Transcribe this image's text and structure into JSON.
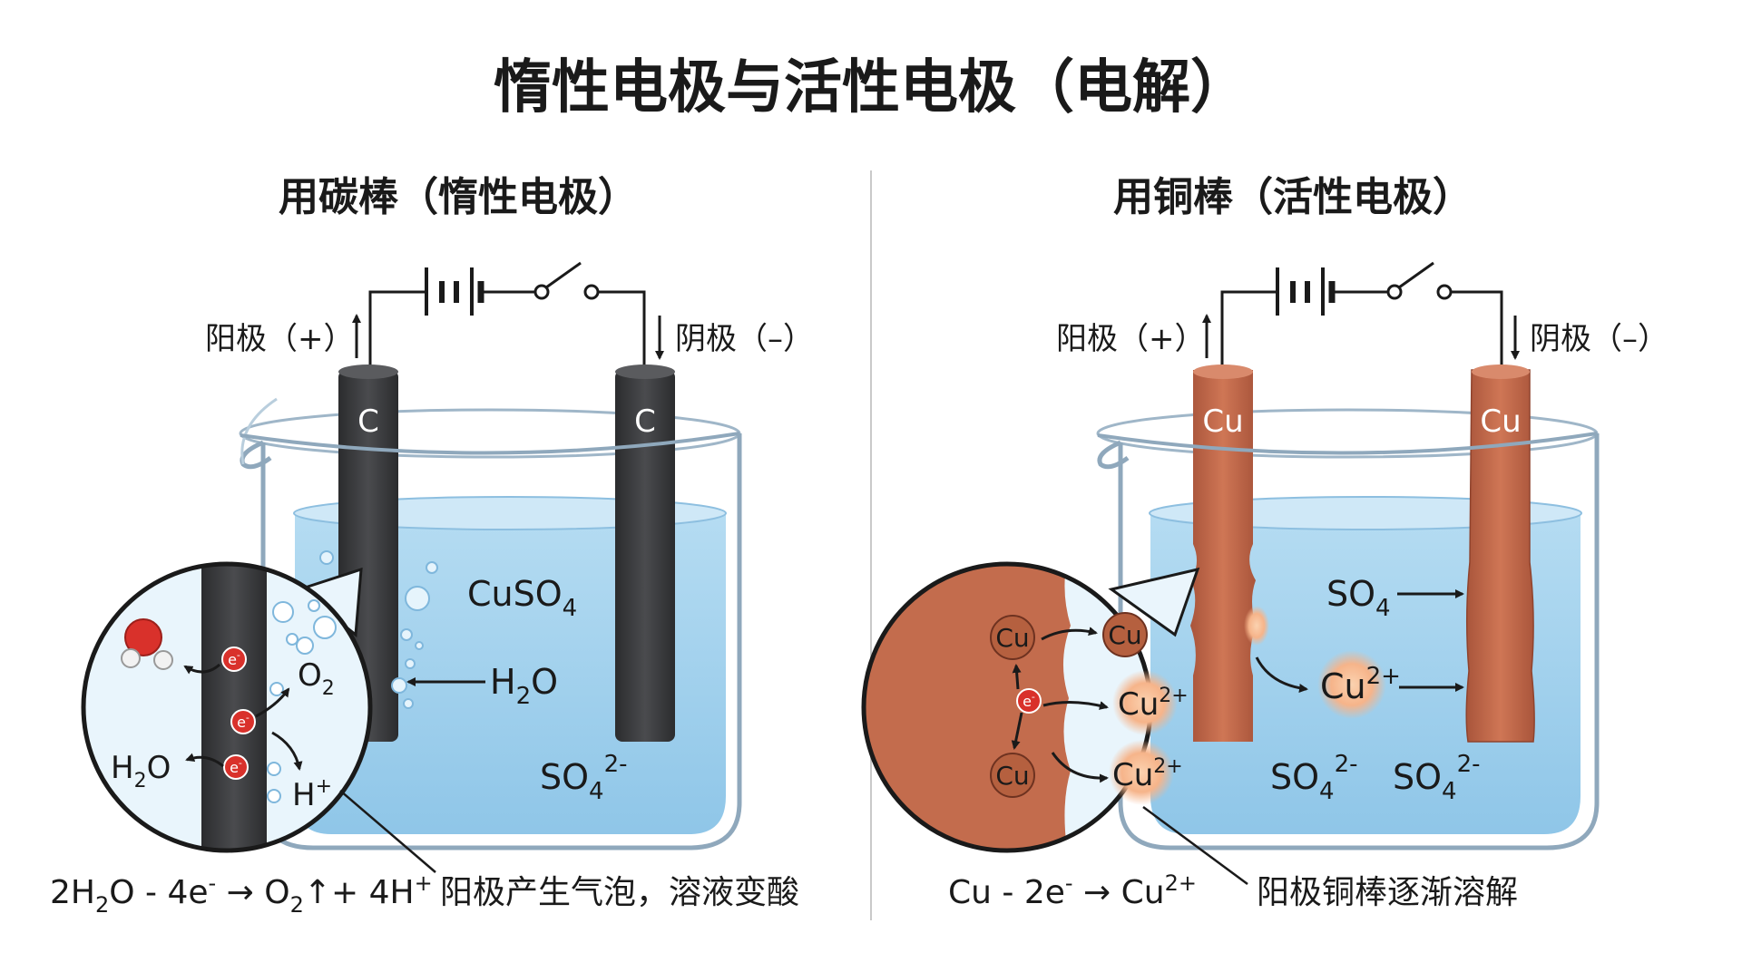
{
  "title": "惰性电极与活性电极（电解）",
  "left": {
    "heading": "用碳棒（惰性电极）",
    "anode_label": "阳极（+）",
    "cathode_label": "阴极（–）",
    "anode_electrode": "C",
    "cathode_electrode": "C",
    "solution": {
      "base": "CuSO",
      "sub": "4"
    },
    "water_arrow": {
      "pre": "H",
      "sub": "2",
      "post": "O"
    },
    "sulfate": {
      "base": "SO",
      "sub": "4",
      "sup": "2-"
    },
    "zoom": {
      "electron": "e",
      "electron_sup": "-",
      "oxygen": {
        "base": "O",
        "sub": "2"
      },
      "hydrogen_ion": {
        "base": "H",
        "sup": "+"
      },
      "water": {
        "pre": "H",
        "sub": "2",
        "post": "O"
      }
    },
    "equation": {
      "a": "2H",
      "a_sub": "2",
      "b": "O - 4e",
      "b_sup": "-",
      "c": " → O",
      "c_sub": "2",
      "d": "↑+ 4H",
      "d_sup": "+"
    },
    "caption": "阳极产生气泡，溶液变酸"
  },
  "right": {
    "heading": "用铜棒（活性电极）",
    "anode_label": "阳极（+）",
    "cathode_label": "阴极（–）",
    "anode_electrode": "Cu",
    "cathode_electrode": "Cu",
    "sulfate_top": {
      "base": "SO",
      "sub": "4"
    },
    "copper_ion": {
      "base": "Cu",
      "sup": "2+"
    },
    "sulfate_a": {
      "base": "SO",
      "sub": "4",
      "sup": "2-"
    },
    "sulfate_b": {
      "base": "SO",
      "sub": "4",
      "sup": "2-"
    },
    "zoom": {
      "cu_atom_1": "Cu",
      "cu_atom_2": "Cu",
      "cu_atom_3": "Cu",
      "electron": "e",
      "electron_sup": "-",
      "ion_1": {
        "base": "Cu",
        "sup": "2+"
      },
      "ion_2": {
        "base": "Cu",
        "sup": "2+"
      }
    },
    "equation": {
      "a": "Cu - 2e",
      "a_sup": "-",
      "b": " → Cu",
      "b_sup": "2+"
    },
    "caption": "阳极铜棒逐渐溶解"
  },
  "colors": {
    "carbon": "#3b3c3e",
    "copper": "#c0674a",
    "solution": "#a9d3ec",
    "bubble": "#d6eefa",
    "electron": "#d9312b",
    "ion_glow": "#f7b98c"
  }
}
